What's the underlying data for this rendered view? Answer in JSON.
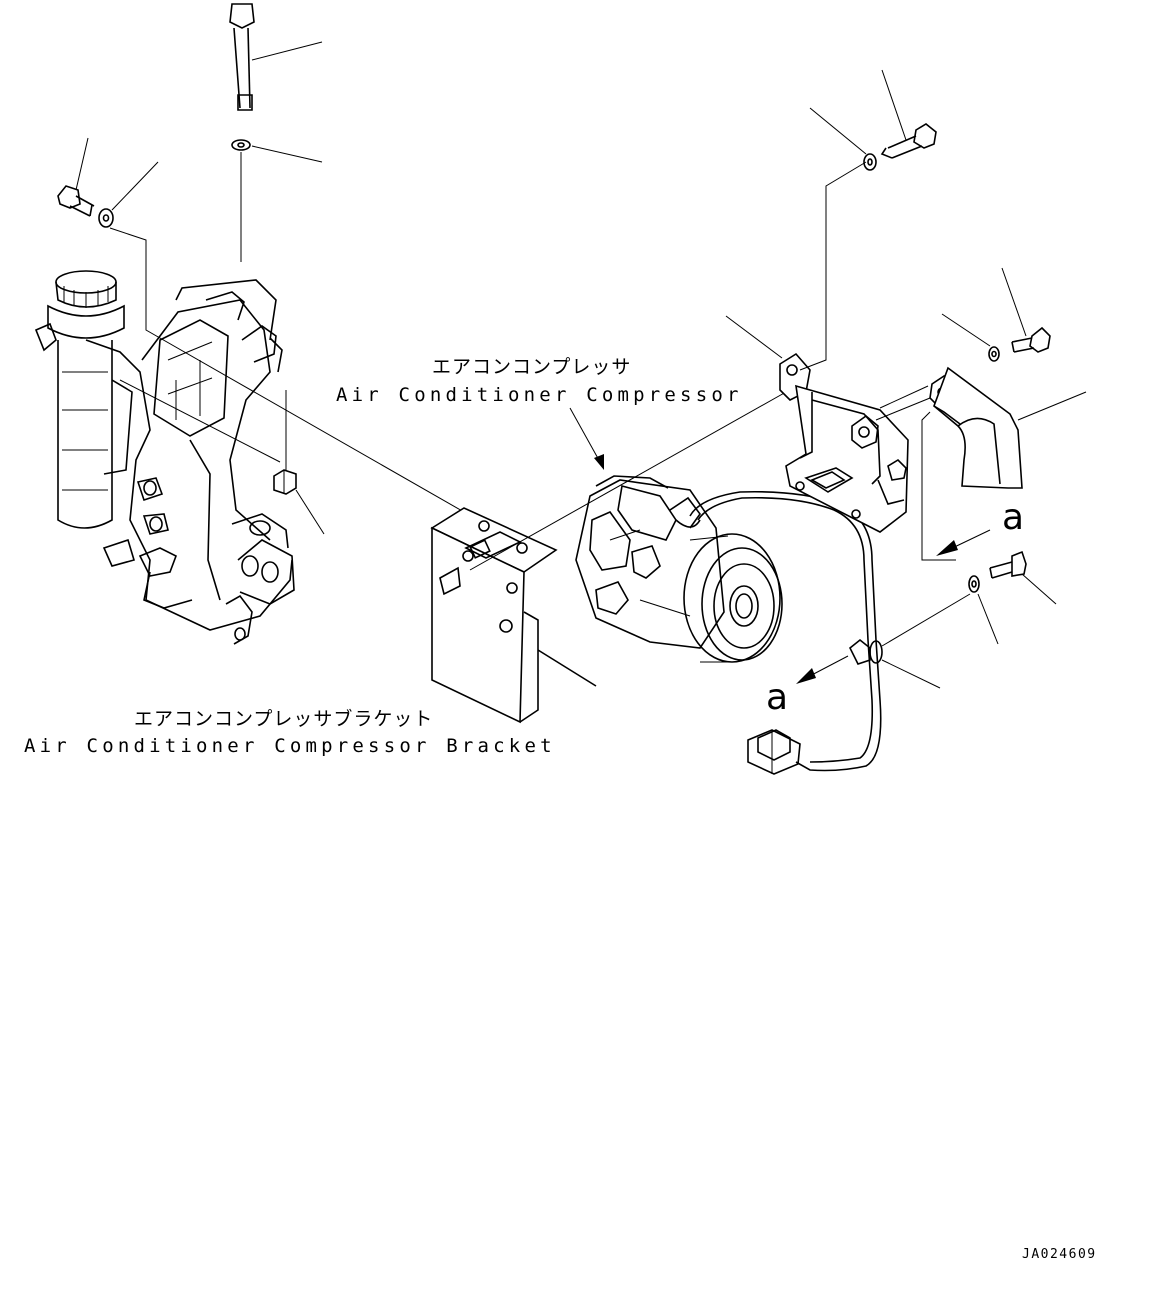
{
  "labels": {
    "compressor_ja": "エアコンコンプレッサ",
    "compressor_en": "Air Conditioner Compressor",
    "bracket_ja": "エアコンコンプレッサブラケット",
    "bracket_en": "Air Conditioner Compressor Bracket"
  },
  "callouts": {
    "a_upper": "a",
    "a_lower": "a"
  },
  "drawing_code": "JA024609"
}
